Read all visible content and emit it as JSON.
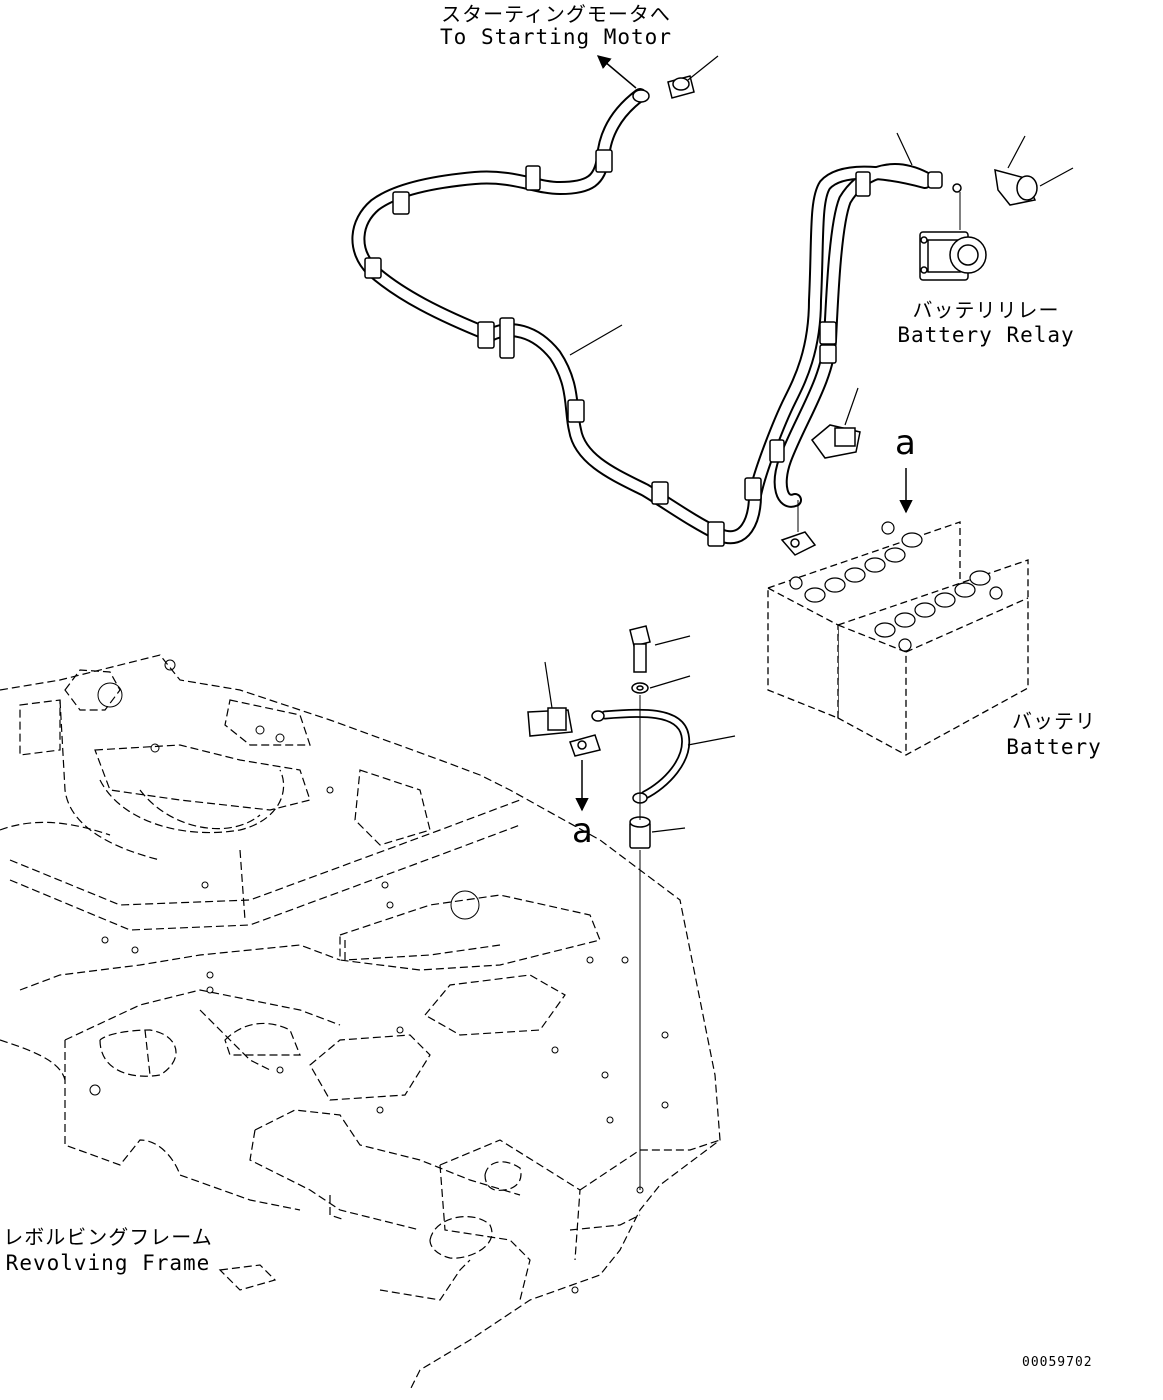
{
  "labels": {
    "starting_motor_jp": "スターティングモータへ",
    "starting_motor_en": "To Starting Motor",
    "battery_relay_jp": "バッテリリレー",
    "battery_relay_en": "Battery Relay",
    "battery_jp": "バッテリ",
    "battery_en": "Battery",
    "revolving_frame_jp": "レボルビングフレーム",
    "revolving_frame_en": "Revolving Frame"
  },
  "markers": {
    "view_a_top": "a",
    "view_a_bottom": "a"
  },
  "document_number": "00059702"
}
